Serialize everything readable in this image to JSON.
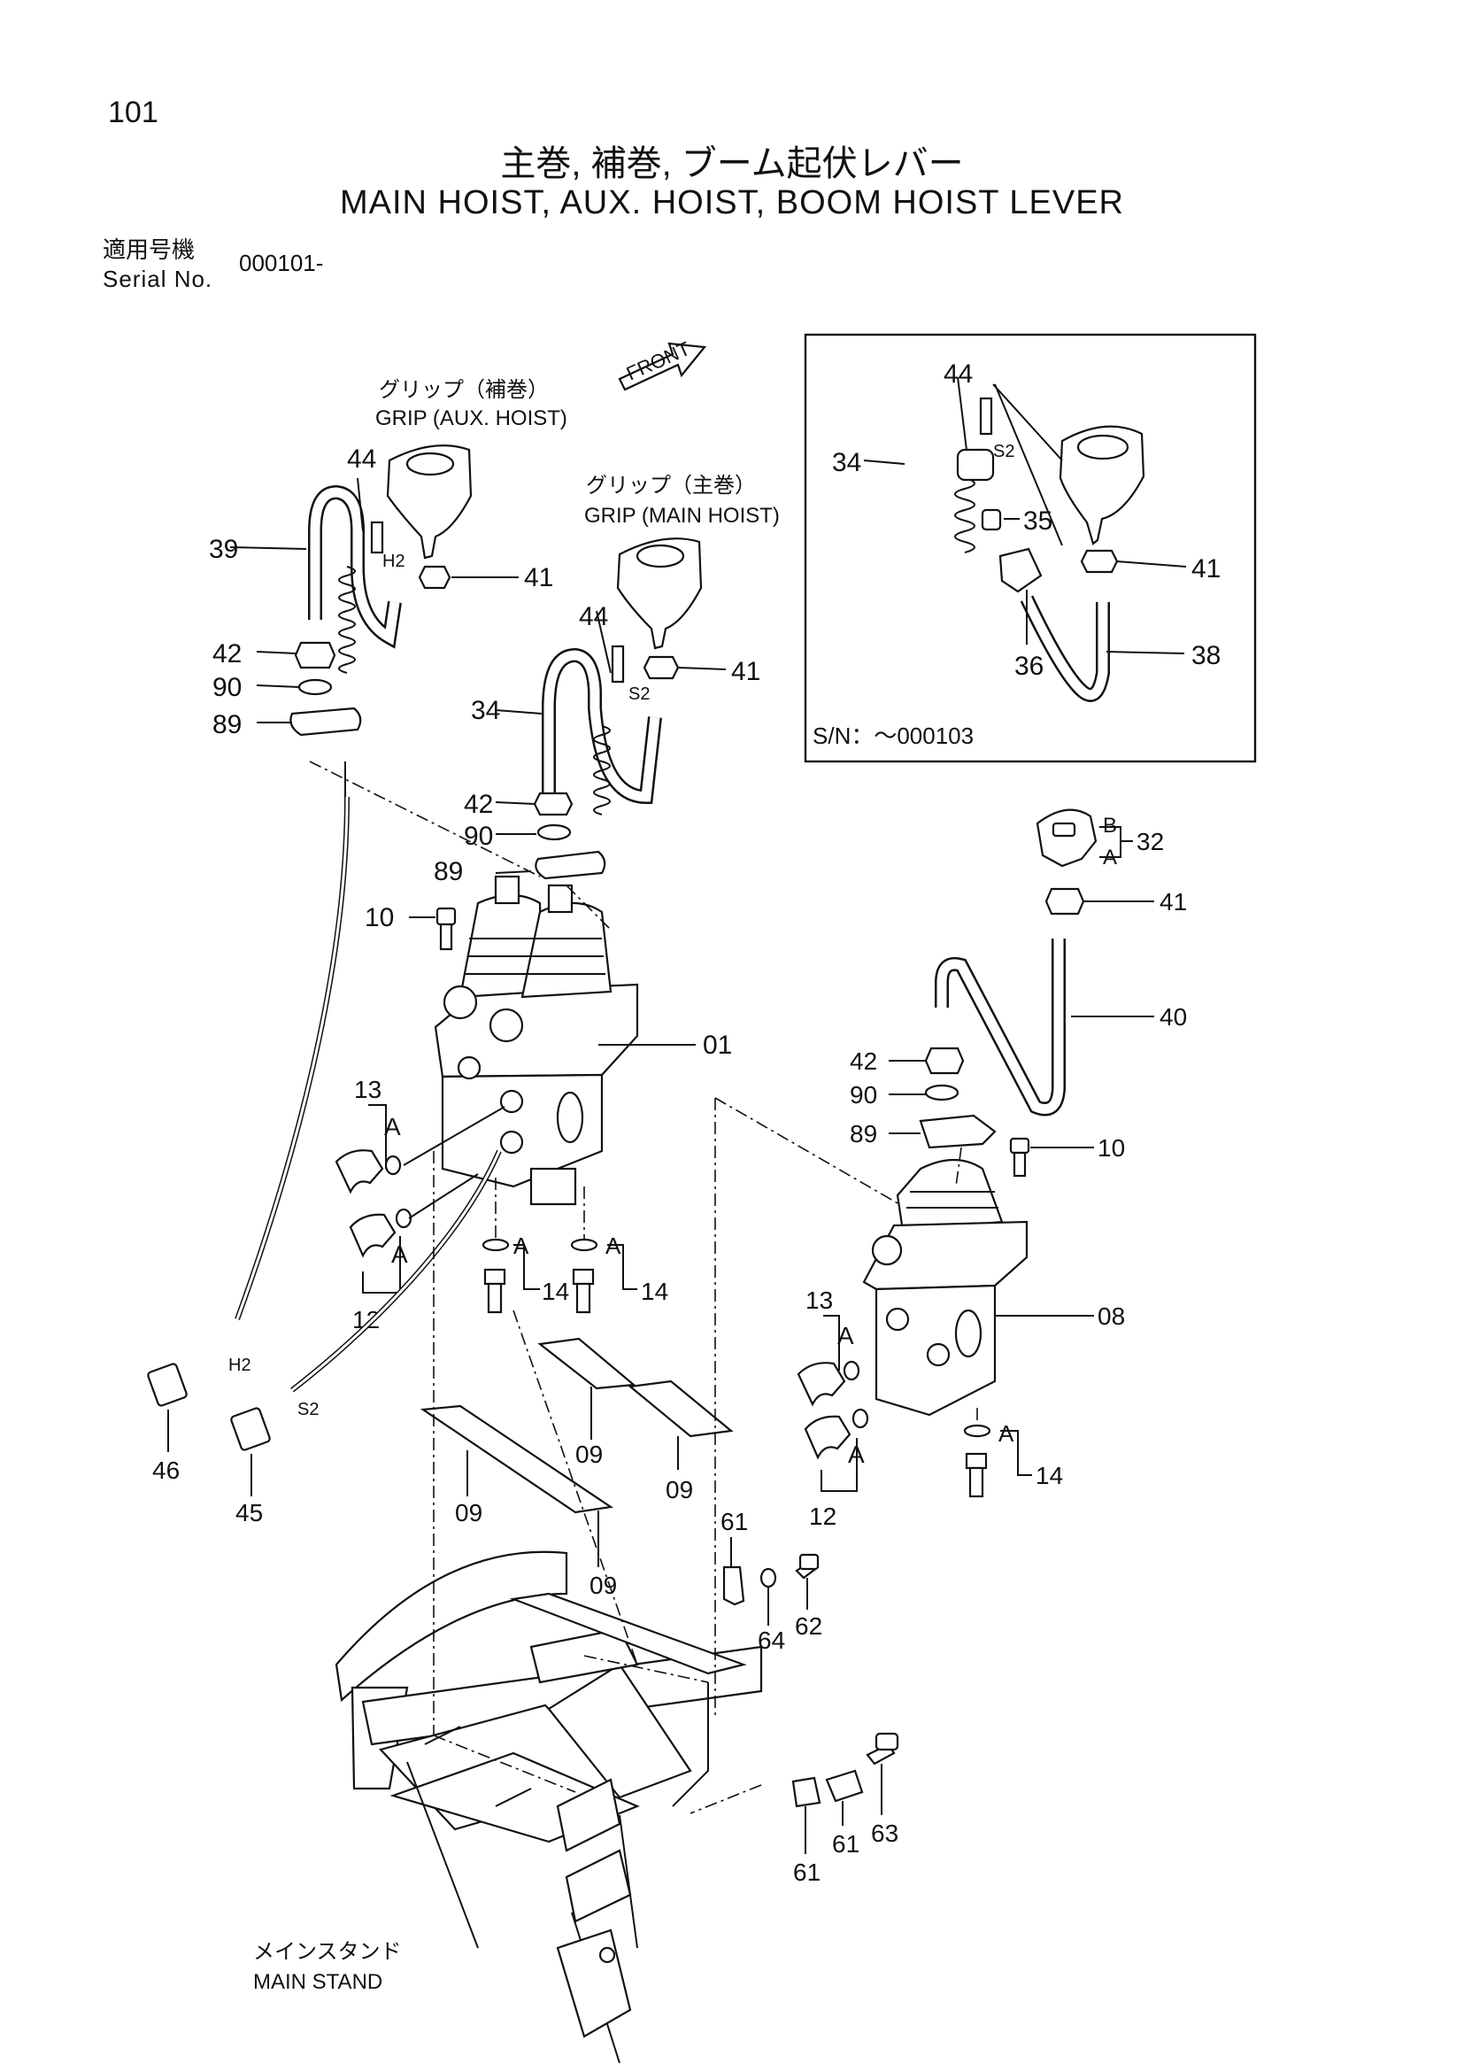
{
  "header": {
    "page_number": "101",
    "title_jp": "主巻, 補巻, ブーム起伏レバー",
    "title_en": "MAIN HOIST, AUX. HOIST, BOOM HOIST LEVER",
    "serial_label_jp": "適用号機",
    "serial_label_en": "Serial No.",
    "serial_value": "000101-"
  },
  "labels": {
    "front": "FRONT",
    "grip_aux_jp": "グリップ（補巻）",
    "grip_aux_en": "GRIP (AUX. HOIST)",
    "grip_main_jp": "グリップ（主巻）",
    "grip_main_en": "GRIP (MAIN HOIST)",
    "main_stand_jp": "メインスタンド",
    "main_stand_en": "MAIN STAND",
    "inset_sn": "S/N：～000103",
    "h2": "H2",
    "s2": "S2",
    "a": "A",
    "b": "B"
  },
  "callouts": {
    "p01": "01",
    "p08": "08",
    "p09": "09",
    "p10": "10",
    "p12": "12",
    "p13": "13",
    "p14": "14",
    "p32": "32",
    "p34": "34",
    "p35": "35",
    "p36": "36",
    "p38": "38",
    "p39": "39",
    "p40": "40",
    "p41": "41",
    "p42": "42",
    "p44": "44",
    "p45": "45",
    "p46": "46",
    "p61": "61",
    "p62": "62",
    "p63": "63",
    "p64": "64",
    "p89": "89",
    "p90": "90"
  }
}
